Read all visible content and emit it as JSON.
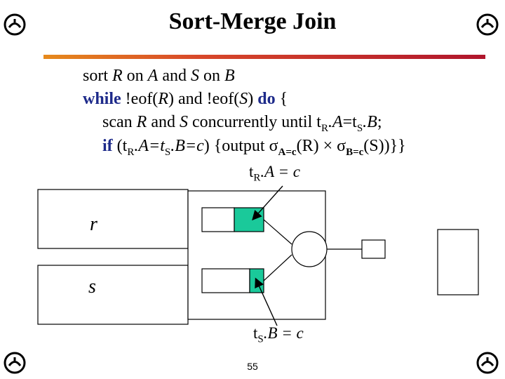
{
  "slide": {
    "title": "Sort-Merge Join",
    "page_number": "55"
  },
  "code": {
    "line1": {
      "sort": "sort ",
      "R": "R",
      "on1": " on ",
      "A": "A",
      "and": " and ",
      "S": "S",
      "on2": " on ",
      "B": "B"
    },
    "line2": {
      "while": "while",
      "eof1": " !eof(",
      "R": "R",
      "mid": ") and !eof(",
      "S": "S",
      "close": ")",
      "do": " do",
      "brace": " {"
    },
    "line3": {
      "scan": "scan ",
      "R": "R",
      "and": " and ",
      "S": "S",
      "conc": " concurrently until t",
      "subR": "R",
      "dotA": ".A",
      "eq": "=t",
      "subS": "S",
      "dotB": ".B",
      "semi": ";"
    },
    "line4": {
      "if": "if",
      "open": " (t",
      "subR": "R",
      "dotA": ".A=t",
      "subS": "S",
      "dotB": ".B=c",
      "close": ") {output ",
      "sigma1": "σ",
      "sub1": "A=c",
      "r": "(R) × ",
      "sigma2": "σ",
      "sub2": "B=c",
      "s": "(S))}}"
    }
  },
  "diagram": {
    "label_top": {
      "t": "t",
      "sub": "R",
      "rest": ".A = c"
    },
    "label_bottom": {
      "t": "t",
      "sub": "S",
      "rest": ".B = c"
    },
    "relation_r": "r",
    "relation_s": "s"
  },
  "colors": {
    "highlight": "#1ac99a",
    "keyword": "#1d2a8a",
    "title_rule_start": "#e68a1c",
    "title_rule_end": "#b0152c"
  },
  "icons": [
    "corner-logo-icon"
  ]
}
